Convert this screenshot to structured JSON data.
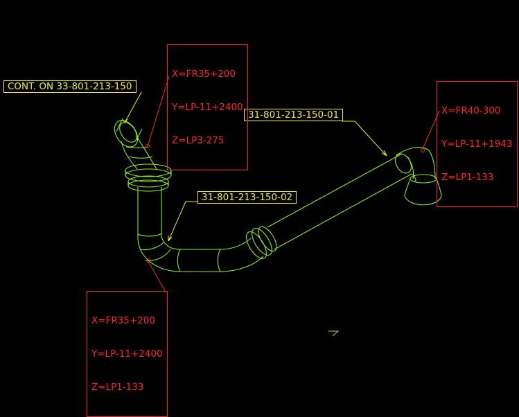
{
  "colors": {
    "background": "#000000",
    "pipe": "#8cf000",
    "pipe_label": "#f2f200",
    "coordinate_label": "#ff2222"
  },
  "labels": {
    "continuation": "CONT. ON 33-801-213-150",
    "spool_01": "31-801-213-150-01",
    "spool_02": "31-801-213-150-02"
  },
  "coordinates": {
    "top_elbow": {
      "x": "X=FR35+200",
      "y": "Y=LP-11+2400",
      "z": "Z=LP3-275"
    },
    "right_elbow": {
      "x": "X=FR40-300",
      "y": "Y=LP-11+1943",
      "z": "Z=LP1-133"
    },
    "bottom_elbow": {
      "x": "X=FR35+200",
      "y": "Y=LP-11+2400",
      "z": "Z=LP1-133"
    }
  }
}
